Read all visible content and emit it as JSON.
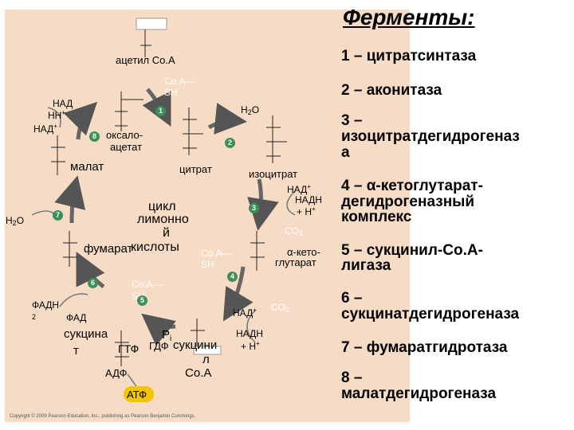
{
  "title": "Ферменты:",
  "enzymes": [
    "1 – цитратсинтаза",
    "2 – аконитаза",
    "3 –",
    "изоцитратдегидрогеназ",
    "а",
    "4 – α-кетоглутарат-",
    "дегидрогеназный",
    "комплекс",
    "5 – сукцинил-Со.А-",
    "лигаза",
    "6 –",
    "сукцинатдегидрогеназа",
    "7 – фумаратгидротаза",
    "8 –",
    "малатдегидрогеназа"
  ],
  "cycle": {
    "center": [
      "цикл",
      "лимонно",
      "й",
      "кислоты"
    ],
    "metabolites": {
      "acetyl_coa": "ацетил Со.А",
      "oxaloacetate_1": "оксало-",
      "oxaloacetate_2": "ацетат",
      "citrate": "цитрат",
      "isocitrate": "изоцитрат",
      "akg_1": "α-кето-",
      "akg_2": "глутарат",
      "succinyl_coa_1": "сукцини",
      "succinyl_coa_2": "л",
      "succinyl_coa_3": "Со.А",
      "succinate_1": "сукцина",
      "succinate_2": "т",
      "fumarate": "фумарат",
      "malate": "малат"
    },
    "cofactors": {
      "coa_sh_1a": "Со.А—",
      "coa_sh_1b": "SH",
      "h2o_2": "H",
      "h2o_2b": "2",
      "h2o_2c": "O",
      "nad_3": "НАД",
      "nad_3_sup": "+",
      "nadh_3": "НАДН",
      "h_3": "+ Н",
      "h_3_sup": "+",
      "co2_3": "CO",
      "co2_3_sub": "2",
      "coa_sh_4a": "Со.А—",
      "coa_sh_4b": "SH",
      "nad_4": "НАД",
      "nad_4_sup": "+",
      "co2_4": "CO",
      "co2_4_sub": "2",
      "nadh_4": "НАДН",
      "h_4": "+ Н",
      "h_4_sup": "+",
      "pi": "P",
      "pi_sub": "i",
      "gtf": "ГТФ",
      "gdf": "ГДФ",
      "adf": "АДФ",
      "atf": "АТФ",
      "coa_sh_5a": "Со.А—",
      "coa_sh_5b": "SH",
      "fadh2": "ФАДН",
      "fadh2_sub": "2",
      "fad": "ФАД",
      "h2o_7": "H",
      "h2o_7b": "2",
      "h2o_7c": "O",
      "nad_8a": "НАД",
      "nad_8b": "НН",
      "nad_8c": "+",
      "nad_8d": "НАД",
      "nad_8d_sup": "+"
    },
    "steps": [
      "1",
      "2",
      "3",
      "4",
      "5",
      "6",
      "7",
      "8"
    ],
    "copyright": "Copyright © 2009 Pearson Education, Inc., publishing as Pearson Benjamin Cummings."
  },
  "colors": {
    "panel": "#f7dcc5",
    "step_badge": "#3d8f5a",
    "redox_badge": "#c0392b",
    "coa_text": "#ffffff",
    "atf_circle": "#f3c400"
  }
}
